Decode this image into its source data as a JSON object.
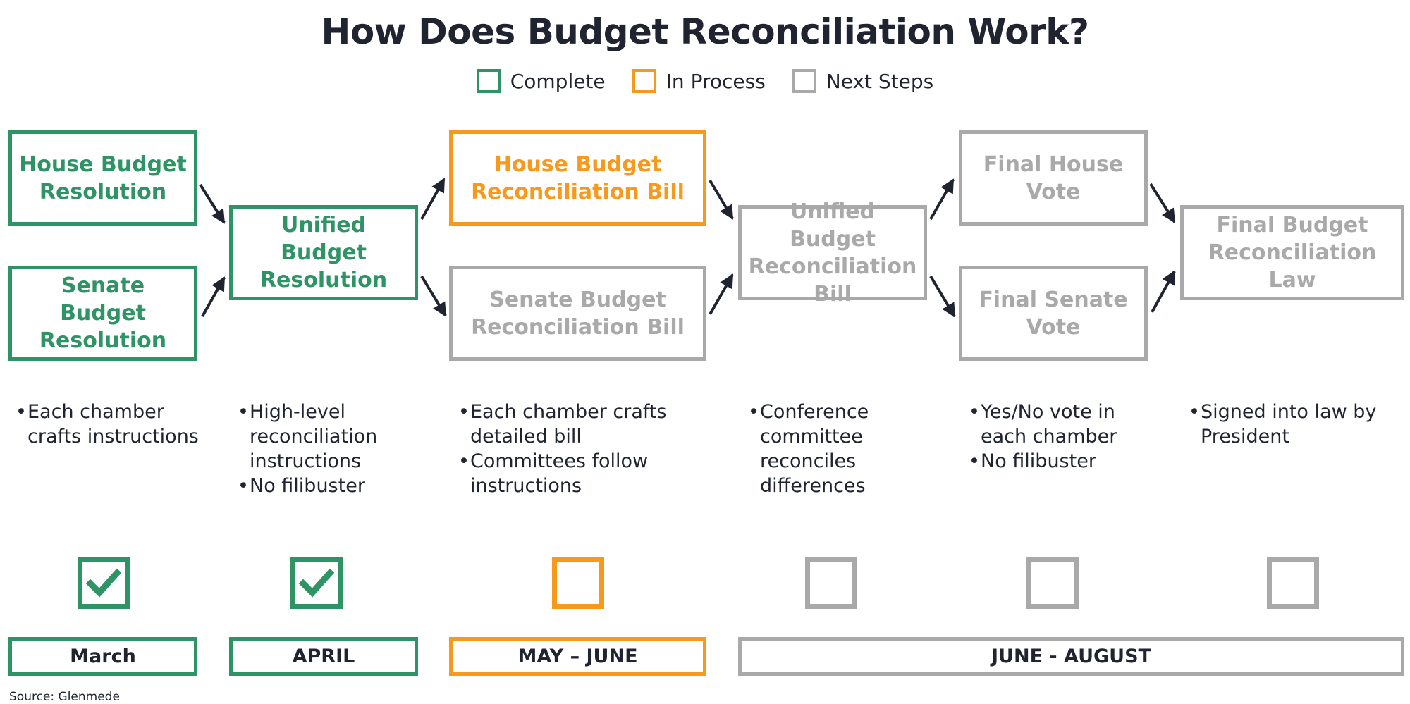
{
  "title": "How Does Budget Reconciliation Work?",
  "legend": [
    {
      "label": "Complete",
      "color": "#2e9466"
    },
    {
      "label": "In Process",
      "color": "#f7991c"
    },
    {
      "label": "Next Steps",
      "color": "#a9a9a9"
    }
  ],
  "colors": {
    "complete": "#2e9466",
    "in_process": "#f7991c",
    "next_steps": "#a9a9a9",
    "arrow": "#1f2430"
  },
  "nodes": {
    "house_budget_resolution": {
      "label": "House Budget Resolution",
      "status": "complete"
    },
    "senate_budget_resolution": {
      "label": "Senate Budget Resolution",
      "status": "complete"
    },
    "unified_budget_resolution": {
      "label": "Unified Budget Resolution",
      "status": "complete"
    },
    "house_reconciliation_bill": {
      "label": "House Budget Reconciliation Bill",
      "status": "in_process"
    },
    "senate_reconciliation_bill": {
      "label": "Senate Budget Reconciliation Bill",
      "status": "next_steps"
    },
    "unified_reconciliation_bill": {
      "label": "Unified Budget Reconciliation Bill",
      "status": "next_steps"
    },
    "final_house_vote": {
      "label": "Final House Vote",
      "status": "next_steps"
    },
    "final_senate_vote": {
      "label": "Final Senate Vote",
      "status": "next_steps"
    },
    "final_reconciliation_law": {
      "label": "Final Budget Reconciliation Law",
      "status": "next_steps"
    }
  },
  "edges": [
    {
      "from": "house_budget_resolution",
      "to": "unified_budget_resolution"
    },
    {
      "from": "senate_budget_resolution",
      "to": "unified_budget_resolution"
    },
    {
      "from": "unified_budget_resolution",
      "to": "house_reconciliation_bill"
    },
    {
      "from": "unified_budget_resolution",
      "to": "senate_reconciliation_bill"
    },
    {
      "from": "house_reconciliation_bill",
      "to": "unified_reconciliation_bill"
    },
    {
      "from": "senate_reconciliation_bill",
      "to": "unified_reconciliation_bill"
    },
    {
      "from": "unified_reconciliation_bill",
      "to": "final_house_vote"
    },
    {
      "from": "unified_reconciliation_bill",
      "to": "final_senate_vote"
    },
    {
      "from": "final_house_vote",
      "to": "final_reconciliation_law"
    },
    {
      "from": "final_senate_vote",
      "to": "final_reconciliation_law"
    }
  ],
  "descriptions": [
    {
      "bullets": [
        "Each chamber crafts instructions"
      ]
    },
    {
      "bullets": [
        "High-level reconciliation instructions",
        "No filibuster"
      ]
    },
    {
      "bullets": [
        "Each chamber crafts detailed bill",
        "Committees follow instructions"
      ]
    },
    {
      "bullets": [
        "Conference committee reconciles differences"
      ]
    },
    {
      "bullets": [
        "Yes/No vote in each chamber",
        "No filibuster"
      ]
    },
    {
      "bullets": [
        "Signed into law by President"
      ]
    }
  ],
  "checkboxes": [
    {
      "checked": true,
      "status": "complete"
    },
    {
      "checked": true,
      "status": "complete"
    },
    {
      "checked": false,
      "status": "in_process"
    },
    {
      "checked": false,
      "status": "next_steps"
    },
    {
      "checked": false,
      "status": "next_steps"
    },
    {
      "checked": false,
      "status": "next_steps"
    }
  ],
  "timeline": [
    {
      "label": "March",
      "status": "complete"
    },
    {
      "label": "APRIL",
      "status": "complete"
    },
    {
      "label": "MAY – JUNE",
      "status": "in_process"
    },
    {
      "label": "JUNE - AUGUST",
      "status": "next_steps"
    }
  ],
  "source": "Source: Glenmede"
}
